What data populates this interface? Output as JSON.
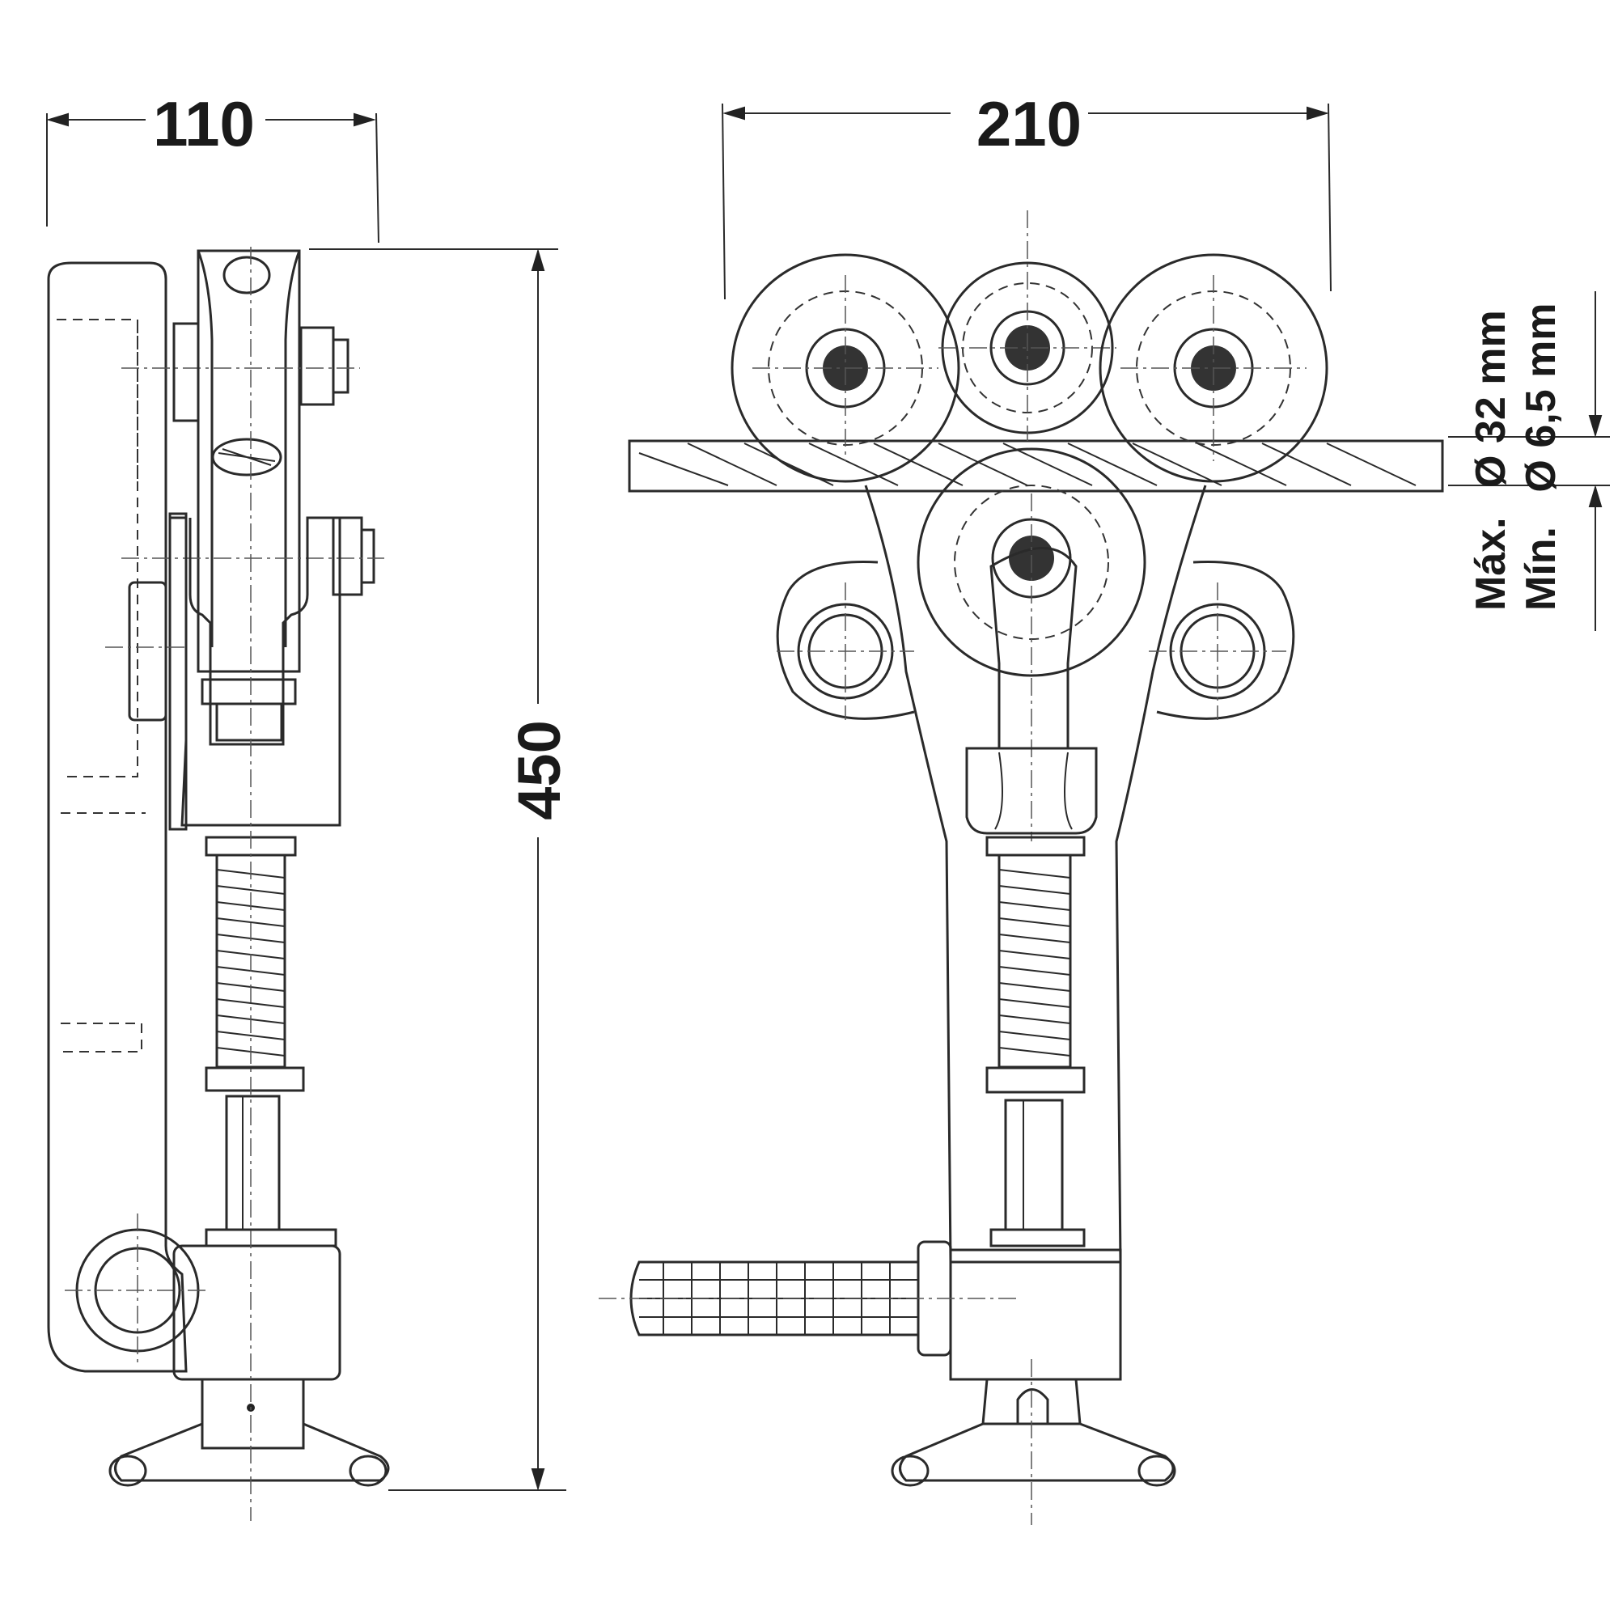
{
  "dimensions": {
    "side_width": "110",
    "front_width": "210",
    "height": "450"
  },
  "cable": {
    "max_label": "Máx.",
    "max_value": "Ø 32 mm",
    "min_label": "Mín.",
    "min_value": "Ø 6,5 mm"
  }
}
